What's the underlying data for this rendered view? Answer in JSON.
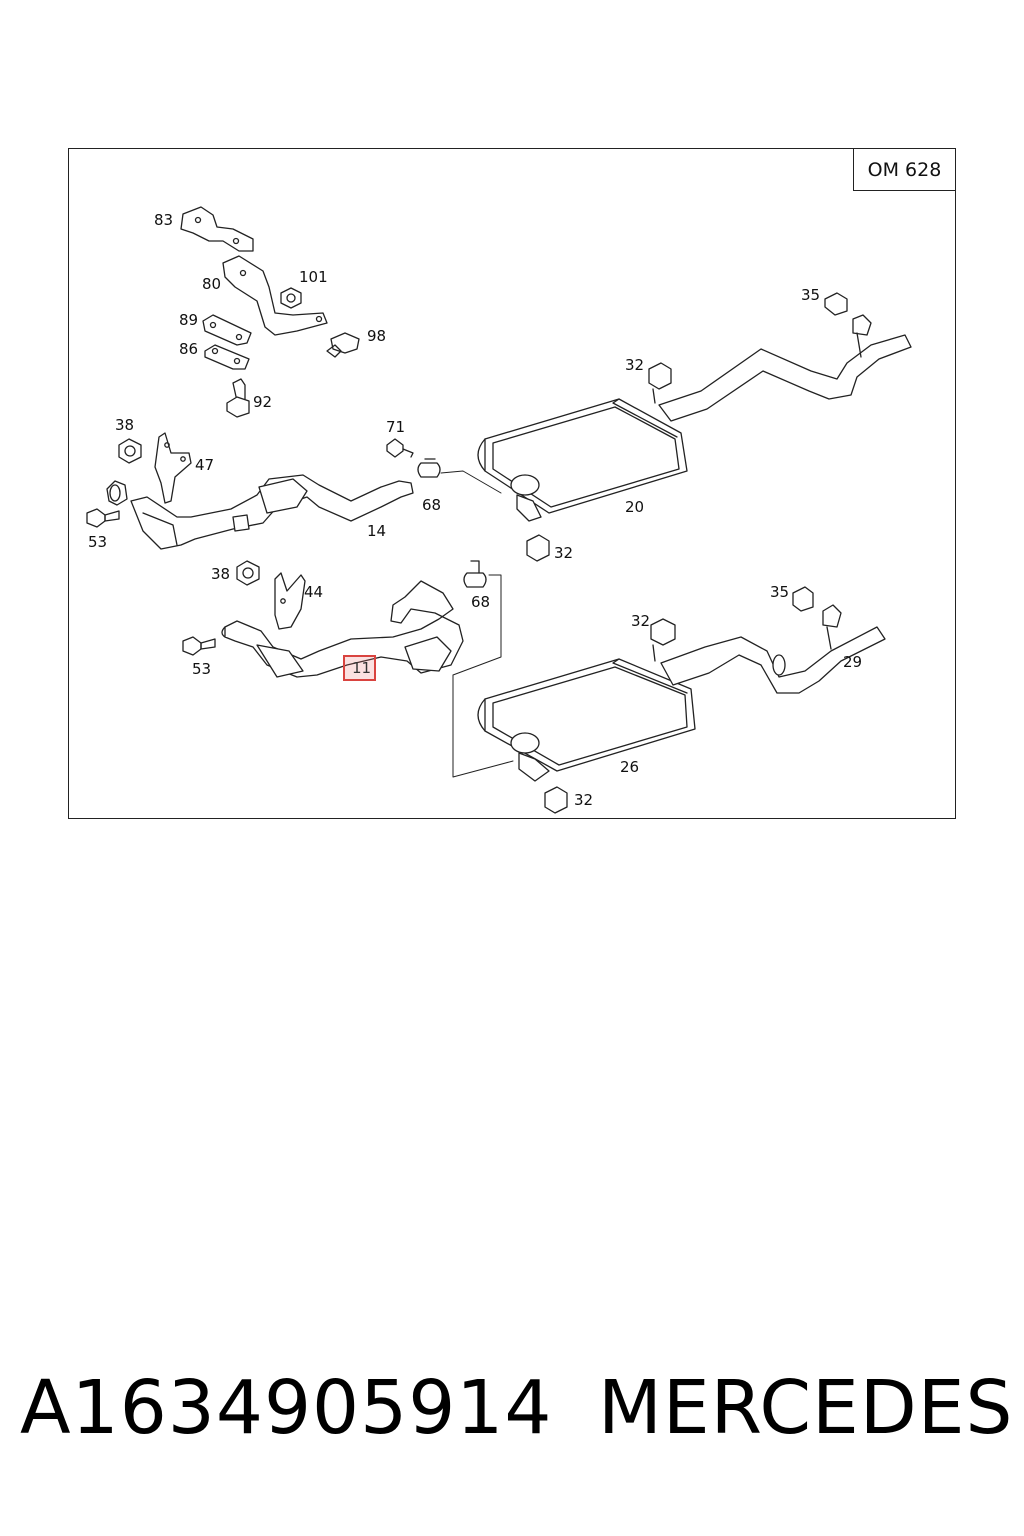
{
  "diagram": {
    "engine_code": "OM 628",
    "callouts": [
      {
        "id": "83",
        "label": "83"
      },
      {
        "id": "80",
        "label": "80"
      },
      {
        "id": "101",
        "label": "101"
      },
      {
        "id": "89",
        "label": "89"
      },
      {
        "id": "98",
        "label": "98"
      },
      {
        "id": "86",
        "label": "86"
      },
      {
        "id": "92",
        "label": "92"
      },
      {
        "id": "38a",
        "label": "38"
      },
      {
        "id": "47",
        "label": "47"
      },
      {
        "id": "71",
        "label": "71"
      },
      {
        "id": "53a",
        "label": "53"
      },
      {
        "id": "14",
        "label": "14"
      },
      {
        "id": "68a",
        "label": "68"
      },
      {
        "id": "38b",
        "label": "38"
      },
      {
        "id": "44",
        "label": "44"
      },
      {
        "id": "68b",
        "label": "68"
      },
      {
        "id": "53b",
        "label": "53"
      },
      {
        "id": "11",
        "label": "11",
        "highlighted": true
      },
      {
        "id": "35a",
        "label": "35"
      },
      {
        "id": "32a",
        "label": "32"
      },
      {
        "id": "20",
        "label": "20"
      },
      {
        "id": "32b",
        "label": "32"
      },
      {
        "id": "35b",
        "label": "35"
      },
      {
        "id": "32c",
        "label": "32"
      },
      {
        "id": "29",
        "label": "29"
      },
      {
        "id": "26",
        "label": "26"
      },
      {
        "id": "32d",
        "label": "32"
      }
    ],
    "highlight_color": "#d9433f"
  },
  "footer": {
    "part_number": "A1634905914",
    "brand": "MERCEDES"
  }
}
